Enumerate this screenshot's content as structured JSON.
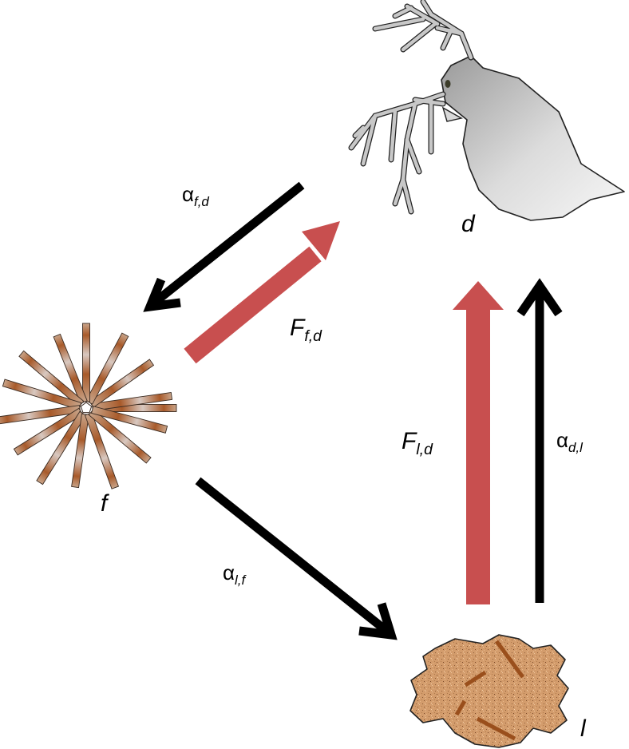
{
  "colors": {
    "interaction_arrow": "#000000",
    "flux_arrow": "#c84f4f",
    "daphnia_body_light": "#f2f2f2",
    "daphnia_body_dark": "#9a9a9a",
    "litter_fill": "#d29a6a",
    "litter_sticks": "#9a4f1c",
    "star_arm": "#c8a080"
  },
  "nodes": {
    "d": {
      "label": "d",
      "icon": "daphnia-icon"
    },
    "f": {
      "label": "f",
      "icon": "star-diatom-icon"
    },
    "l": {
      "label": "l",
      "icon": "litter-icon"
    }
  },
  "edges": {
    "alpha_fd": {
      "symbol": "α",
      "sub": "f,d",
      "kind": "interaction",
      "from": "d",
      "to": "f"
    },
    "F_fd": {
      "symbol": "F",
      "sub": "f,d",
      "kind": "flux",
      "from": "f",
      "to": "d"
    },
    "alpha_lf": {
      "symbol": "α",
      "sub": "l,f",
      "kind": "interaction",
      "from": "f",
      "to": "l"
    },
    "F_ld": {
      "symbol": "F",
      "sub": "l,d",
      "kind": "flux",
      "from": "l",
      "to": "d"
    },
    "alpha_dl": {
      "symbol": "α",
      "sub": "d,l",
      "kind": "interaction",
      "from": "l",
      "to": "d"
    }
  }
}
